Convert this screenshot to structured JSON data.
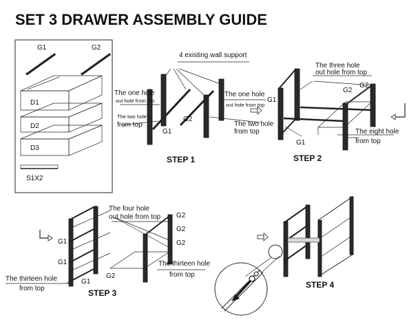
{
  "title": "SET 3 DRAWER ASSEMBLY GUIDE",
  "parts": {
    "g1": "G1",
    "g2": "G2",
    "d1": "D1",
    "d2": "D2",
    "d3": "D3",
    "s1x2": "S1X2"
  },
  "step1": {
    "label": "STEP 1",
    "wall_support": "4 existing wall support",
    "one_hole_left_1": "The one hole",
    "one_hole_left_2": "out hole from top",
    "two_hole_left_1": "The two hole",
    "two_hole_left_2": "from top",
    "one_hole_right_1": "The one hole",
    "one_hole_right_2": "out hole from top",
    "two_hole_right_1": "The two hole",
    "two_hole_right_2": "from top",
    "g1": "G1",
    "g2": "G2"
  },
  "step2": {
    "label": "STEP 2",
    "three_hole_1": "The three hole",
    "three_hole_2": "out hole from top",
    "eight_hole_1": "The eight hole",
    "eight_hole_2": "from top",
    "g1_a": "G1",
    "g1_b": "G1",
    "g2_a": "G2",
    "g2_b": "G2"
  },
  "step3": {
    "label": "STEP 3",
    "four_hole_1": "The four hole",
    "four_hole_2": "out hole from top",
    "thirteen_left_1": "The thirteen hole",
    "thirteen_left_2": "from top",
    "thirteen_right_1": "The thirteen hole",
    "thirteen_right_2": "from top",
    "g1_a": "G1",
    "g1_b": "G1",
    "g1_c": "G1",
    "g2_a": "G2",
    "g2_b": "G2",
    "g2_c": "G2",
    "g2_d": "G2"
  },
  "step4": {
    "label": "STEP 4"
  }
}
